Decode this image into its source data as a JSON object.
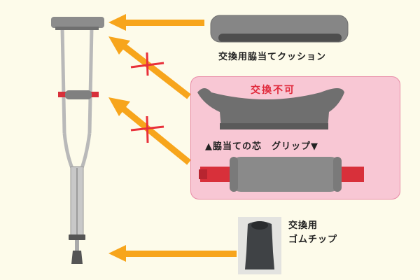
{
  "colors": {
    "background": "#fdfbea",
    "arrow": "#f7a51c",
    "cross": "#e8303a",
    "pink_box": "#f8c7d4",
    "pink_border": "#e88aa7",
    "warning_text": "#e0283a",
    "rubber_gray": "#6e6e6e"
  },
  "labels": {
    "cushion": "交換用脇当てクッション",
    "not_replaceable": "交換不可",
    "core_and_grip": "▲脇当ての芯　グリップ▼",
    "tip_line1": "交換用",
    "tip_line2": "ゴムチップ"
  },
  "icons": {
    "arrows": [
      "arrow-left-to-armpad",
      "arrow-to-armpad-core-crossed",
      "arrow-to-grip-crossed",
      "arrow-left-to-tip"
    ],
    "crosses": [
      "cross-mark-core",
      "cross-mark-grip"
    ]
  }
}
